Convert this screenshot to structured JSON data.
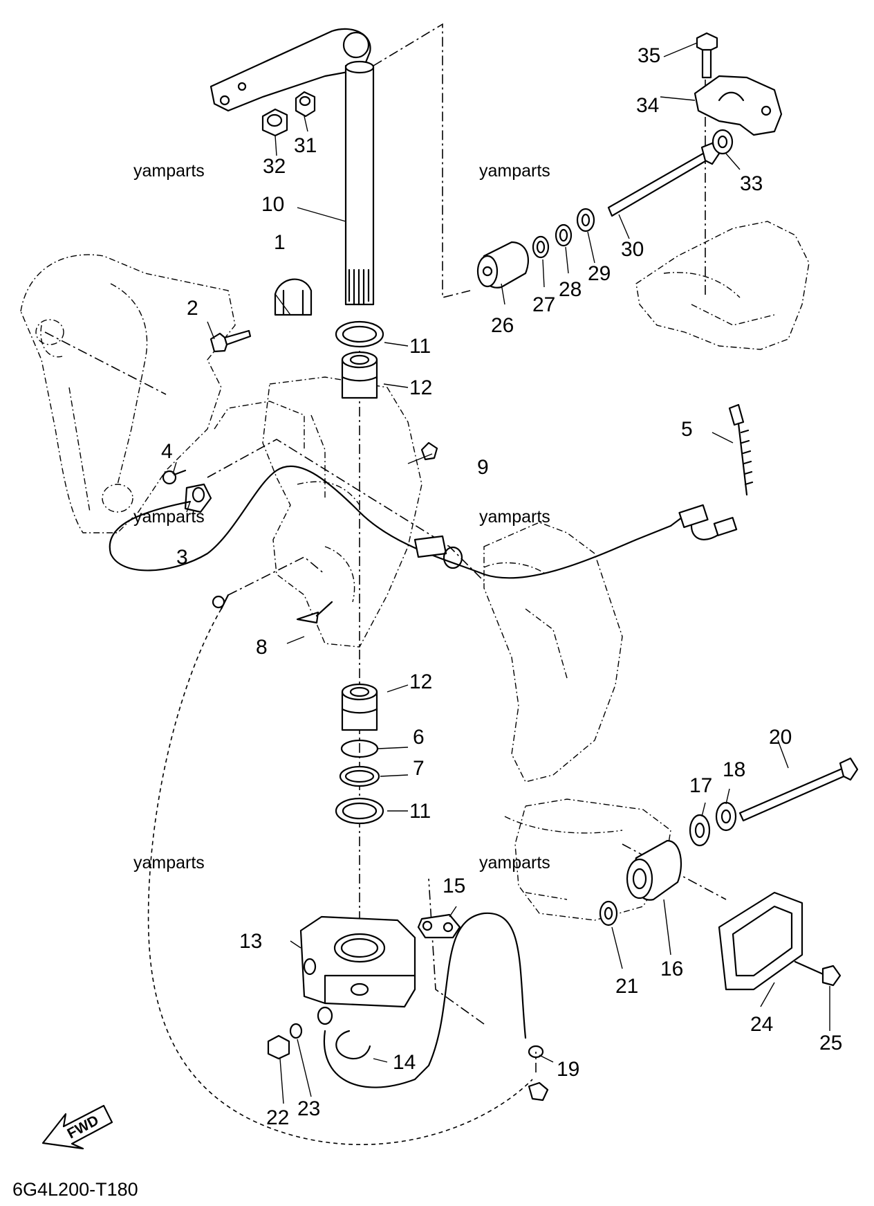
{
  "diagram": {
    "drawing_code": "6G4L200-T180",
    "watermark": "yamparts",
    "fwd_label": "FWD",
    "callouts": [
      "1",
      "2",
      "3",
      "4",
      "5",
      "6",
      "7",
      "8",
      "9",
      "10",
      "11",
      "11",
      "12",
      "12",
      "13",
      "14",
      "15",
      "16",
      "17",
      "18",
      "19",
      "20",
      "21",
      "22",
      "23",
      "24",
      "25",
      "26",
      "27",
      "28",
      "29",
      "30",
      "31",
      "32",
      "33",
      "34",
      "35"
    ]
  }
}
